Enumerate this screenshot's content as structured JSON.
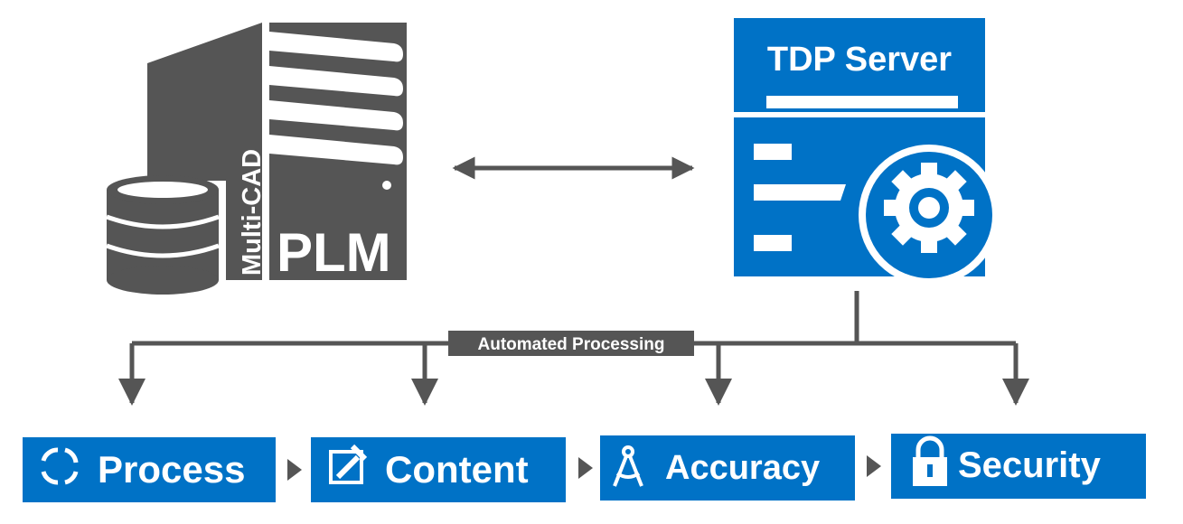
{
  "plm_server": {
    "side_label": "Multi-CAD",
    "front_label": "PLM"
  },
  "tdp_server": {
    "title": "TDP Server"
  },
  "processing_label": "Automated Processing",
  "pipeline": [
    {
      "label": "Process",
      "icon": "refresh-icon"
    },
    {
      "label": "Content",
      "icon": "edit-icon"
    },
    {
      "label": "Accuracy",
      "icon": "compass-icon"
    },
    {
      "label": "Security",
      "icon": "lock-icon"
    }
  ],
  "colors": {
    "dark_gray": "#555555",
    "blue": "#0072c6",
    "white": "#ffffff"
  }
}
